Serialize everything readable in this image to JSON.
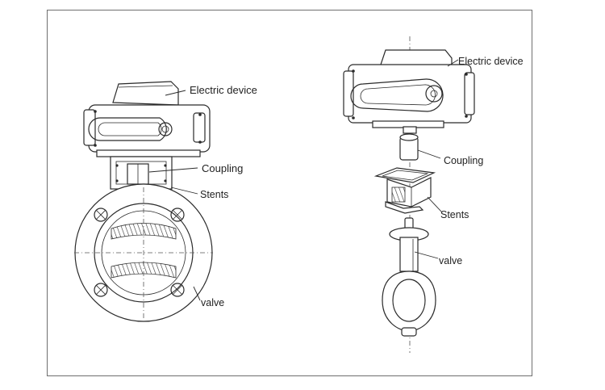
{
  "left_view": {
    "labels": {
      "electric_device": "Electric device",
      "coupling": "Coupling",
      "stents": "Stents",
      "valve": "valve"
    }
  },
  "right_view": {
    "labels": {
      "electric_device": "Electric device",
      "coupling": "Coupling",
      "stents": "Stents",
      "valve": "valve"
    }
  }
}
